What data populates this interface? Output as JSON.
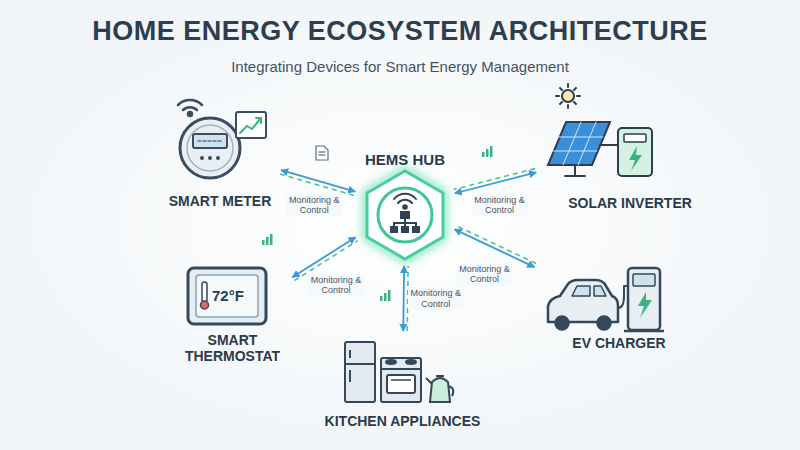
{
  "diagram": {
    "title": "HOME ENERGY ECOSYSTEM ARCHITECTURE",
    "caption": "Integrating Devices for Smart Energy Management",
    "nodes": [
      {
        "text": [
          "SMART METER"
        ]
      },
      {
        "text": [
          "HEMS HUB"
        ]
      },
      {
        "text": [
          "SOLAR INVERTER"
        ]
      },
      {
        "text": [
          "SMART THERMOSTAT"
        ]
      },
      {
        "text": [
          "EV CHARGER"
        ]
      },
      {
        "text": [
          "KITCHEN APPLIANCES"
        ]
      }
    ],
    "edges": [
      {
        "from": 0,
        "to": 1,
        "label": "Monitoring & Control",
        "arrow": "both"
      },
      {
        "from": 2,
        "to": 1,
        "label": "Monitoring & Control",
        "arrow": "both"
      },
      {
        "from": 3,
        "to": 1,
        "label": "Monitoring & Control",
        "arrow": "both"
      },
      {
        "from": 4,
        "to": 1,
        "label": "Monitoring & Control",
        "arrow": "both"
      },
      {
        "from": 5,
        "to": 1,
        "label": "Monitoring & Control",
        "arrow": "both"
      }
    ],
    "labels": [
      "72°F"
    ]
  }
}
